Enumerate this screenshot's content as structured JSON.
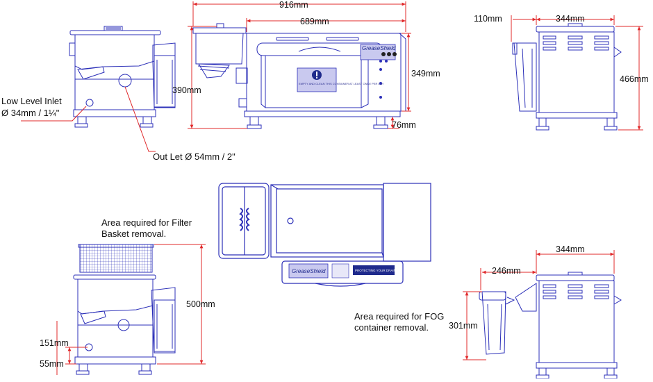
{
  "colors": {
    "outline": "#2b2fb8",
    "dim_line": "#e0282a",
    "text": "#111111",
    "label_bg": "#c9c9ef"
  },
  "dimensions": {
    "overall_length": "916mm",
    "tank_length": "689mm",
    "lid_offset": "110mm",
    "width_top": "344mm",
    "height_total": "390mm",
    "height_tank": "349mm",
    "height_side": "466mm",
    "leg_height": "76mm",
    "basket_clearance": "500mm",
    "inlet_height": "151mm",
    "base_height": "55mm",
    "width_bottom_view": "344mm",
    "fog_offset": "246mm",
    "fog_height": "301mm"
  },
  "notes": {
    "inlet_line1": "Low Level Inlet",
    "inlet_line2": "Ø  34mm / 1¼\"",
    "outlet": "Out Let Ø   54mm / 2\"",
    "filter_line1": "Area required for Filter",
    "filter_line2": "Basket   removal.",
    "fog_line1": "Area required for FOG",
    "fog_line2": "container removal."
  },
  "labels": {
    "brand": "GreaseShield",
    "tagline": "PROTECTING YOUR DRAINS",
    "warning_text": "EMPTY AND CLEAN THIS CONTAINER AT LEAST ONCE PER DAY"
  }
}
